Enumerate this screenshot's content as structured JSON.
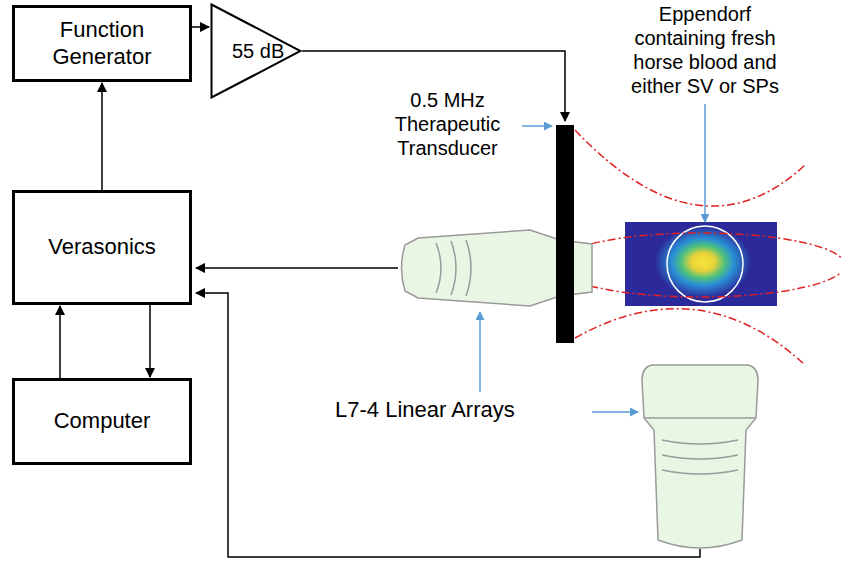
{
  "diagram": {
    "nodes": [
      {
        "text": [
          "Function Generator"
        ]
      },
      {
        "text": [
          "55 dB"
        ]
      },
      {
        "text": [
          "Verasonics"
        ]
      },
      {
        "text": [
          "Computer"
        ]
      }
    ],
    "edges": [
      {
        "from": 0,
        "to": 1,
        "arrow": "to"
      },
      {
        "from": 2,
        "to": 0,
        "arrow": "to"
      },
      {
        "from": 3,
        "to": 2,
        "arrow": "to"
      },
      {
        "from": 2,
        "to": 3,
        "arrow": "to"
      }
    ],
    "labels": [
      "0.5 MHz Therapeutic Transducer",
      "Eppendorf containing fresh horse blood and either SV or SPs",
      "L7-4 Linear Arrays"
    ]
  }
}
